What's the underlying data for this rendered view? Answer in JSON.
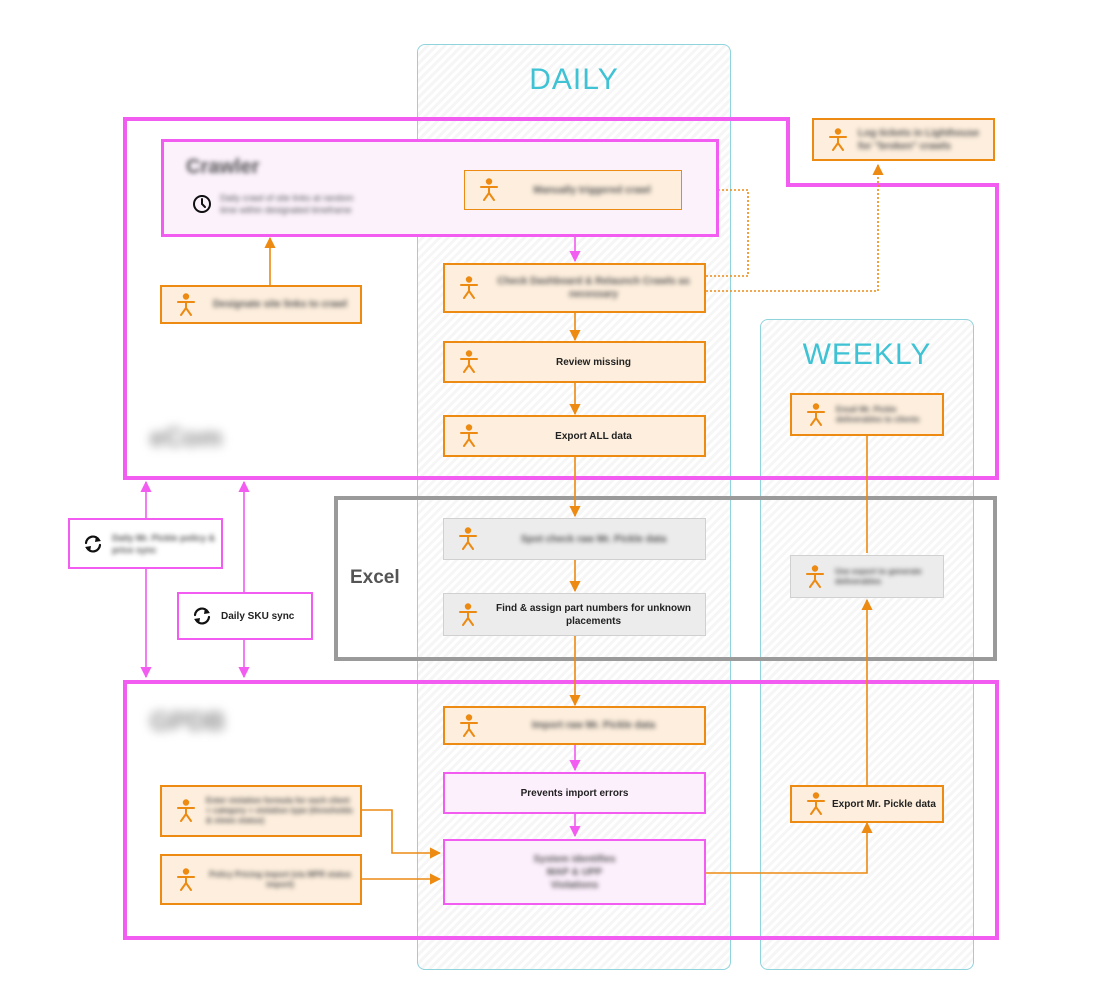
{
  "lanes": {
    "daily_title": "DAILY",
    "weekly_title": "WEEKLY"
  },
  "regions": {
    "ecom_label": "eCom",
    "excel_label": "Excel",
    "gpdb_label": "GPDB"
  },
  "crawler": {
    "title": "Crawler",
    "description": "Daily crawl of site links at random time within designated timeframe",
    "clock_icon": "clock-icon"
  },
  "tasks": {
    "manually_triggered": "Manually triggered crawl",
    "designate_links": "Designate site links to crawl",
    "log_tickets": "Log tickets in Lighthouse for \"broken\" crawls",
    "check_dashboard": "Check Dashboard & Relaunch Crawls as necessary",
    "review_missing": "Review missing",
    "export_all": "Export ALL data",
    "spot_check": "Spot check raw Mr. Pickle data",
    "find_assign": "Find & assign part numbers for unknown placements",
    "import_raw": "Import raw Mr. Pickle data",
    "prevents_errors": "Prevents import errors",
    "enter_violation": "Enter violation formula for each client + category + violation type (thresholds & views status)",
    "policy_pricing": "Policy Pricing import (via MPR status import)",
    "system_identifies": "System identifies MAP & UPP Violations",
    "email_deliverables": "Email Mr. Pickle deliverables to clients",
    "use_export": "Use export to generate deliverables",
    "export_mr_pickle": "Export Mr. Pickle data"
  },
  "syncs": {
    "daily_mr_pickle": "Daily Mr. Pickle policy & price sync",
    "daily_sku": "Daily SKU sync"
  },
  "colors": {
    "orange": "#ec8a12",
    "magenta": "#f25cf0",
    "cyan": "#3ec2d4",
    "grey": "#9a9a9a"
  }
}
